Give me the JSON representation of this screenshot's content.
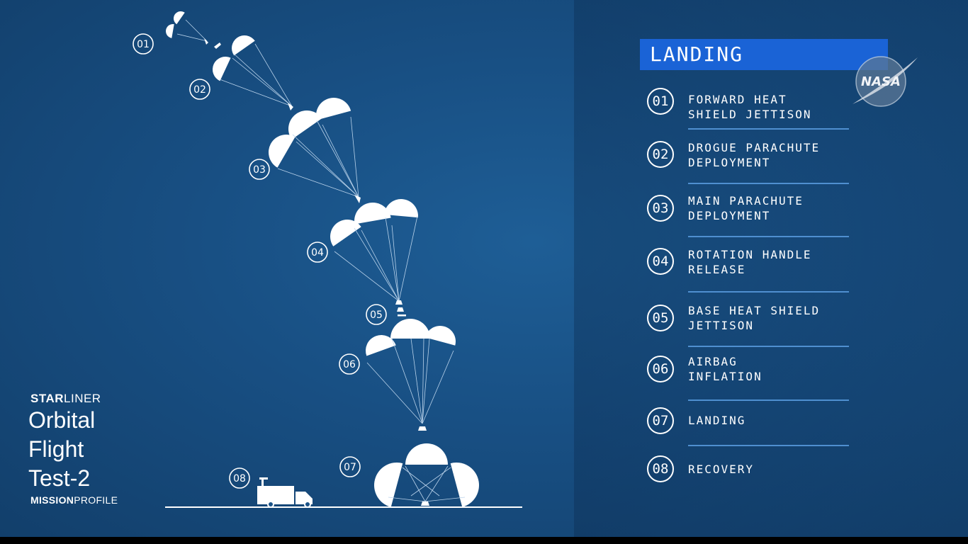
{
  "panel": {
    "title": "LANDING",
    "steps": [
      {
        "num": "01",
        "label": "FORWARD HEAT\nSHIELD JETTISON"
      },
      {
        "num": "02",
        "label": "DROGUE PARACHUTE\nDEPLOYMENT"
      },
      {
        "num": "03",
        "label": "MAIN PARACHUTE\nDEPLOYMENT"
      },
      {
        "num": "04",
        "label": "ROTATION HANDLE\nRELEASE"
      },
      {
        "num": "05",
        "label": "BASE HEAT SHIELD\nJETTISON"
      },
      {
        "num": "06",
        "label": "AIRBAG\nINFLATION"
      },
      {
        "num": "07",
        "label": "LANDING"
      },
      {
        "num": "08",
        "label": "RECOVERY"
      }
    ]
  },
  "diagram": {
    "labels": [
      "01",
      "02",
      "03",
      "04",
      "05",
      "06",
      "07",
      "08"
    ]
  },
  "logo": {
    "text": "NASA"
  },
  "brand": {
    "name_bold": "STAR",
    "name_light": "LINER",
    "mission": [
      "Orbital",
      "Flight",
      "Test-2"
    ],
    "profile_bold": "MISSION",
    "profile_light": "PROFILE"
  },
  "colors": {
    "panel_title_bg": "#1a63d6",
    "rule": "#4f8fd0",
    "background": "#184f83"
  }
}
